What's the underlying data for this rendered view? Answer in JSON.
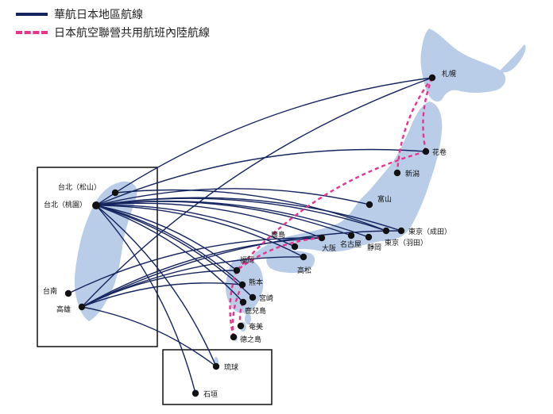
{
  "legend": [
    {
      "label": "華航日本地區航線",
      "style": "solid",
      "color": "#15245e"
    },
    {
      "label": "日本航空聯營共用航班內陸航線",
      "style": "dashed",
      "color": "#e8338f"
    }
  ],
  "colors": {
    "route": "#15245e",
    "codeshare": "#e8338f",
    "land": "#b9cde8",
    "city": "#111111"
  },
  "cities": {
    "sapporo": "札幌",
    "hanamaki": "花卷",
    "niigata": "新潟",
    "toyama": "富山",
    "narita": "東京（成田）",
    "haneda": "東京（羽田）",
    "shizuoka": "靜岡",
    "nagoya": "名古屋",
    "osaka": "大阪",
    "hiroshima": "廣島",
    "takamatsu": "高松",
    "fukuoka": "福岡",
    "kumamoto": "熊本",
    "miyazaki": "宮崎",
    "kagoshima": "鹿兒島",
    "amami": "奄美",
    "tokunoshima": "德之島",
    "okinawa": "琉球",
    "ishigaki": "石垣",
    "tpe_songshan": "台北（松山）",
    "tpe_taoyuan": "台北（桃園）",
    "tainan": "台南",
    "kaohsiung": "高雄"
  },
  "routes": {
    "tpe_taoyuan": [
      "sapporo",
      "hanamaki",
      "toyama",
      "narita",
      "haneda",
      "shizuoka",
      "nagoya",
      "osaka",
      "hiroshima",
      "takamatsu",
      "fukuoka",
      "kumamoto",
      "miyazaki",
      "kagoshima",
      "okinawa",
      "ishigaki"
    ],
    "tpe_songshan": [
      "haneda"
    ],
    "kaohsiung": [
      "sapporo",
      "narita",
      "osaka",
      "fukuoka",
      "kumamoto",
      "okinawa",
      "takamatsu"
    ],
    "tainan": [
      "osaka"
    ]
  },
  "codeshare_routes": [
    [
      "sapporo",
      "hanamaki"
    ],
    [
      "sapporo",
      "niigata"
    ],
    [
      "hanamaki",
      "fukuoka"
    ],
    [
      "fukuoka",
      "tokunoshima"
    ],
    [
      "kagoshima",
      "amami"
    ],
    [
      "kumamoto",
      "tokunoshima"
    ],
    [
      "osaka",
      "fukuoka"
    ]
  ]
}
